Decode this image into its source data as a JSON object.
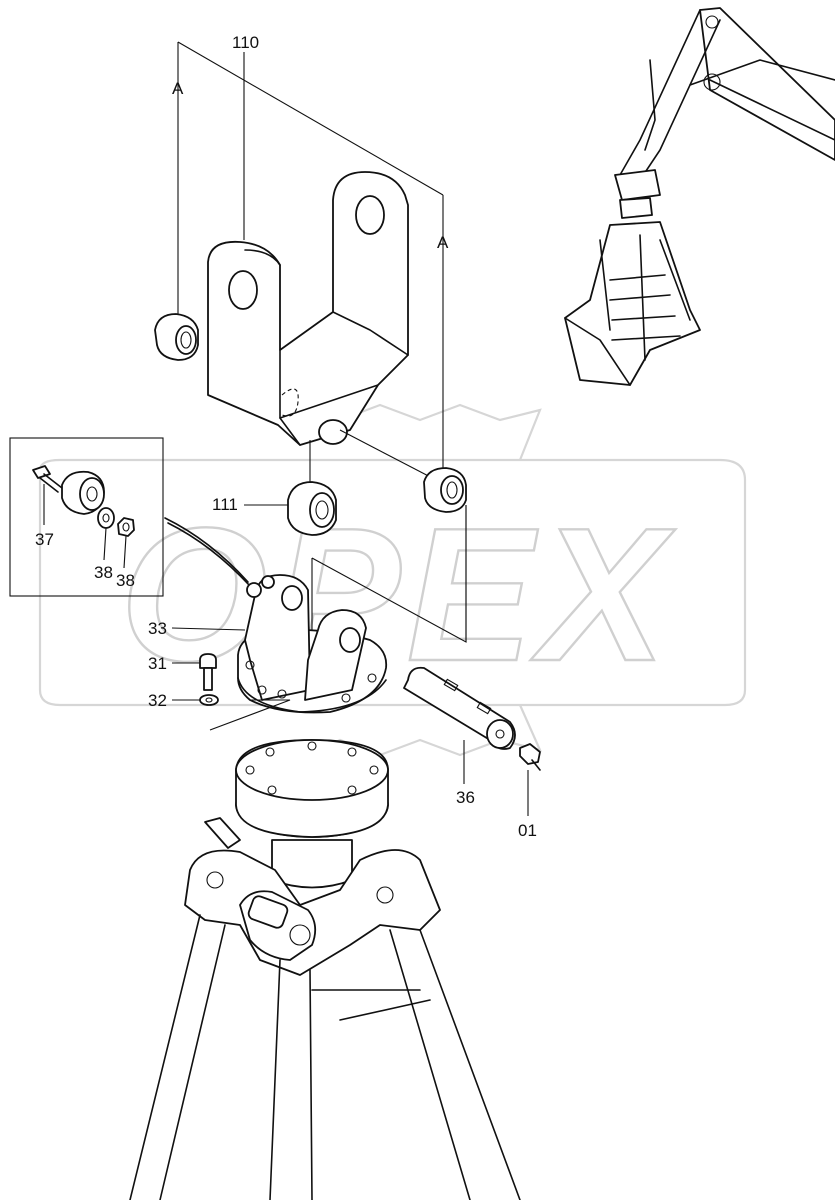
{
  "watermark": "OPEX",
  "labels": {
    "p110": "110",
    "p111": "111",
    "p33": "33",
    "p31": "31",
    "p32": "32",
    "p36": "36",
    "p01": "01",
    "p37": "37",
    "p38a": "38",
    "p38b": "38",
    "refA1": "A",
    "refA2": "A"
  },
  "colors": {
    "line": "#111111",
    "watermark": "#d0d0d0",
    "background": "#ffffff"
  }
}
